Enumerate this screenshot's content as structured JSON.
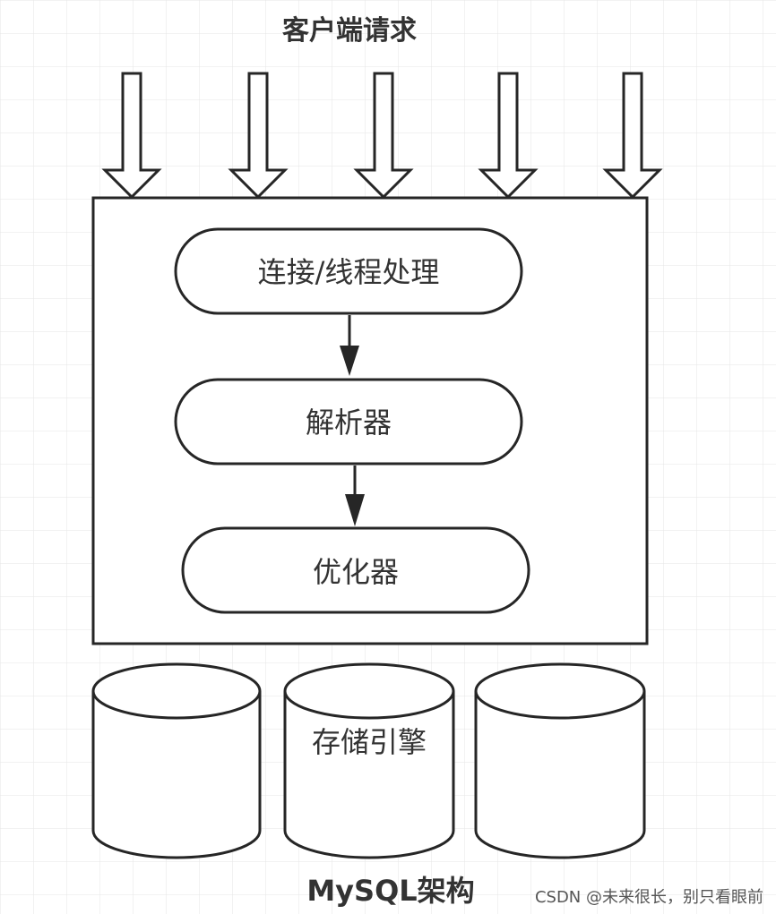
{
  "title": "客户端请求",
  "server_layers": [
    {
      "label": "连接/线程处理"
    },
    {
      "label": "解析器"
    },
    {
      "label": "优化器"
    }
  ],
  "storage": {
    "label": "存储引擎",
    "count": 3
  },
  "footer_title": "MySQL架构",
  "watermark": "CSDN @未来很长，别只看眼前",
  "client_arrow_count": 5,
  "colors": {
    "stroke": "#262626",
    "text": "#333333",
    "grid": "#e6e6e6",
    "background": "#ffffff"
  }
}
